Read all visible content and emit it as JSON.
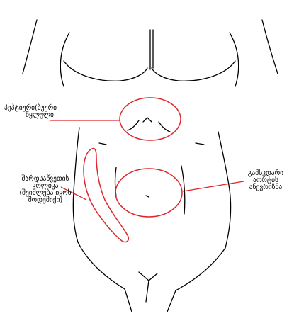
{
  "labels": {
    "peptic_ulcer": {
      "line1": "პეპტიური(ბუური",
      "line2": "წყლული"
    },
    "diverticulitis": {
      "line1": "შარდსაწვეთის",
      "line2": "კოლიკა",
      "line3": "(შეიძლება იყოს",
      "line4": "მოდუმიქი)"
    },
    "aortic_aneurysm": {
      "line1": "გამსკდარი",
      "line2": "აორტის",
      "line3": "ანევრიზმა"
    }
  },
  "colors": {
    "outline": "#000000",
    "highlight": "#e0262a"
  }
}
